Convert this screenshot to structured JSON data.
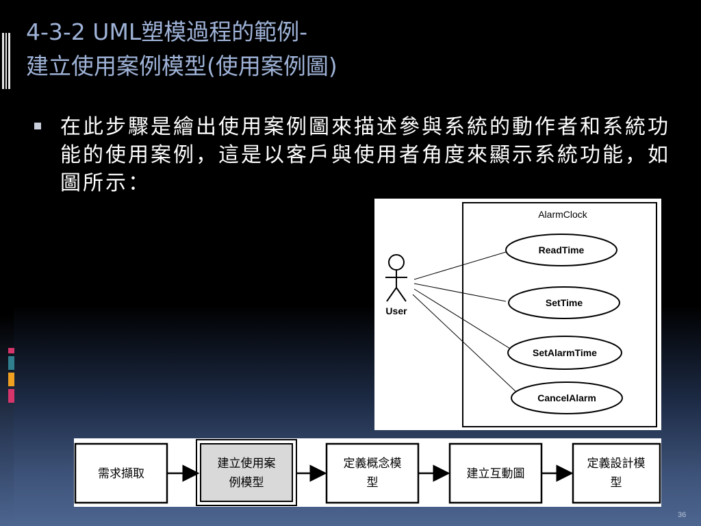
{
  "slide": {
    "title_line1": "4-3-2 UML塑模過程的範例-",
    "title_line2": "建立使用案例模型(使用案例圖)",
    "bullet_text": "在此步驟是繪出使用案例圖來描述參與系統的動作者和系統功能的使用案例，這是以客戶與使用者角度來顯示系統功能，如圖所示：",
    "page_number": "36"
  },
  "colors": {
    "title": "#9fb3d8",
    "accent_pink": "#d6356b",
    "accent_orange": "#f0a020",
    "accent_teal": "#2f7f8f"
  },
  "uml": {
    "system_name": "AlarmClock",
    "actor": "User",
    "use_cases": [
      "ReadTime",
      "SetTime",
      "SetAlarmTime",
      "CancelAlarm"
    ]
  },
  "flow": {
    "steps": [
      "需求擷取",
      "建立使用案例模型",
      "定義概念模型",
      "建立互動圖",
      "定義設計模型"
    ],
    "highlighted_index": 1
  }
}
